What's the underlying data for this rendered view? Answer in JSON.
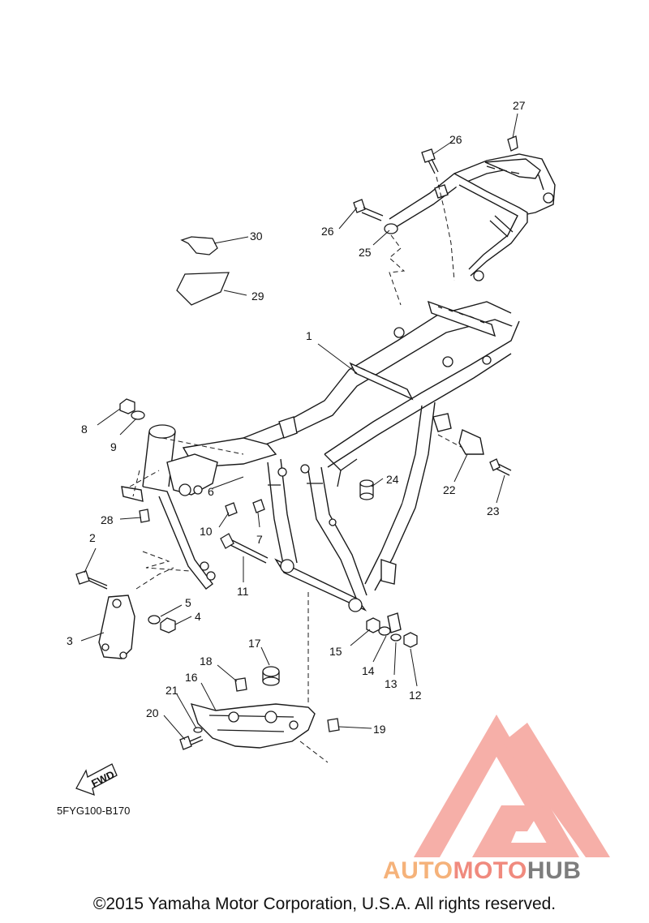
{
  "diagram_code": "5FYG100-B170",
  "fwd_label": "FWD",
  "part_labels": [
    "1",
    "2",
    "3",
    "4",
    "5",
    "6",
    "7",
    "8",
    "9",
    "10",
    "11",
    "12",
    "13",
    "14",
    "15",
    "16",
    "17",
    "18",
    "19",
    "20",
    "21",
    "22",
    "23",
    "24",
    "25",
    "26",
    "26",
    "27",
    "28",
    "29",
    "30"
  ],
  "watermark": {
    "word1": "AUTO",
    "word2": "MOTO",
    "word3": "HUB",
    "colors": {
      "auto": "#f5b27a",
      "moto": "#f08a7e",
      "hub": "#7d7d7d",
      "logo": "#f5a29a"
    }
  },
  "copyright": "©2015 Yamaha Motor Corporation, U.S.A. All rights reserved."
}
